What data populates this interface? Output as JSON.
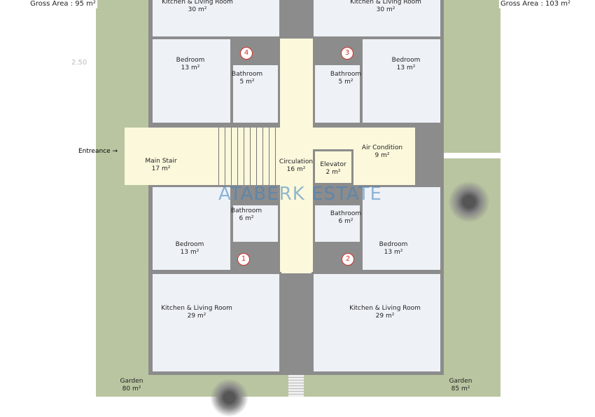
{
  "gross_area_left": "Gross Area : 95 m²",
  "gross_area_right": "Gross Area : 103 m²",
  "dimension": "2.50",
  "entrance": "Entreance",
  "watermark": "ATABERK ESTATE",
  "colors": {
    "garden": "#b9c5a0",
    "wall": "#8c8c8c",
    "room": "#eef2f7",
    "common": "#fbf8dc",
    "unit_number": "#d0302a"
  },
  "rooms": {
    "kitchen_tl": {
      "name": "Kitchen & Living Room",
      "area": "30 m²"
    },
    "kitchen_tr": {
      "name": "Kitchen & Living Room",
      "area": "30 m²"
    },
    "bedroom_tl": {
      "name": "Bedroom",
      "area": "13 m²"
    },
    "bedroom_tr": {
      "name": "Bedroom",
      "area": "13 m²"
    },
    "bath_tl": {
      "name": "Bathroom",
      "area": "5 m²"
    },
    "bath_tr": {
      "name": "Bathroom",
      "area": "5 m²"
    },
    "main_stair": {
      "name": "Main Stair",
      "area": "17 m²"
    },
    "circulation": {
      "name": "Circulation",
      "area": "16 m²"
    },
    "elevator": {
      "name": "Elevator",
      "area": "2 m²"
    },
    "air_condition": {
      "name": "Air Condition",
      "area": "9 m²"
    },
    "bath_bl": {
      "name": "Bathroom",
      "area": "6 m²"
    },
    "bath_br": {
      "name": "Bathroom",
      "area": "6 m²"
    },
    "bedroom_bl": {
      "name": "Bedroom",
      "area": "13 m²"
    },
    "bedroom_br": {
      "name": "Bedroom",
      "area": "13 m²"
    },
    "kitchen_bl": {
      "name": "Kitchen & Living Room",
      "area": "29 m²"
    },
    "kitchen_br": {
      "name": "Kitchen & Living Room",
      "area": "29 m²"
    },
    "garden_left": {
      "name": "Garden",
      "area": "80 m²"
    },
    "garden_right": {
      "name": "Garden",
      "area": "85 m²"
    }
  },
  "units": [
    "1",
    "2",
    "3",
    "4"
  ]
}
